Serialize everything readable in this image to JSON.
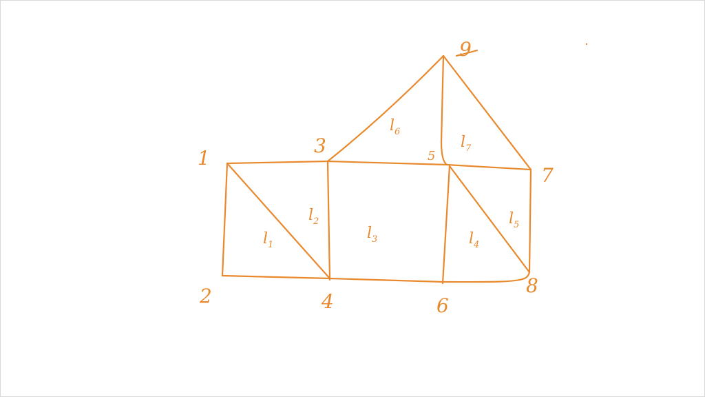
{
  "ink_color": "#E8892D",
  "nodes": [
    {
      "id": "1",
      "label": "1"
    },
    {
      "id": "2",
      "label": "2"
    },
    {
      "id": "3",
      "label": "3"
    },
    {
      "id": "4",
      "label": "4"
    },
    {
      "id": "5",
      "label": "5"
    },
    {
      "id": "6",
      "label": "6"
    },
    {
      "id": "7",
      "label": "7"
    },
    {
      "id": "8",
      "label": "8"
    },
    {
      "id": "9",
      "label": "9"
    }
  ],
  "elements": [
    {
      "id": "l1",
      "letter": "l",
      "sub": "1",
      "nodes": [
        "1",
        "2",
        "4"
      ]
    },
    {
      "id": "l2",
      "letter": "l",
      "sub": "2",
      "nodes": [
        "1",
        "3",
        "4"
      ]
    },
    {
      "id": "l3",
      "letter": "l",
      "sub": "3",
      "nodes": [
        "3",
        "4",
        "5",
        "6"
      ]
    },
    {
      "id": "l4",
      "letter": "l",
      "sub": "4",
      "nodes": [
        "5",
        "6",
        "8"
      ]
    },
    {
      "id": "l5",
      "letter": "l",
      "sub": "5",
      "nodes": [
        "5",
        "7",
        "8"
      ]
    },
    {
      "id": "l6",
      "letter": "l",
      "sub": "6",
      "nodes": [
        "3",
        "5",
        "9"
      ]
    },
    {
      "id": "l7",
      "letter": "l",
      "sub": "7",
      "nodes": [
        "5",
        "7",
        "9"
      ]
    }
  ]
}
